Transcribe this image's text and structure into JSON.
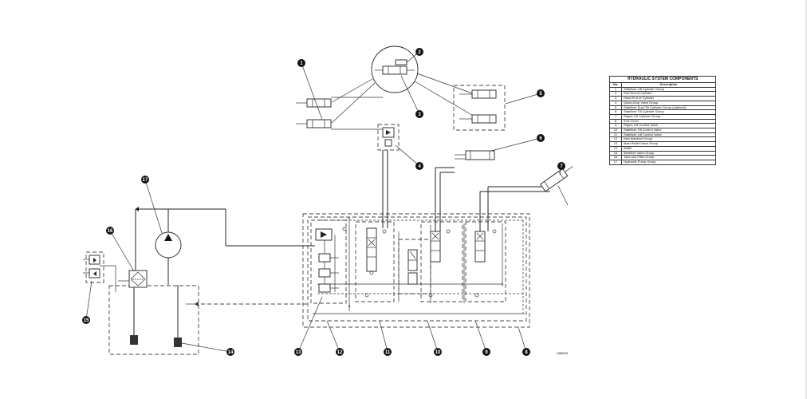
{
  "figure_code": "D88633",
  "legend": {
    "title": "HYDRAULIC SYSTEM COMPONENTS",
    "col_no": "No.",
    "col_desc": "Description",
    "rows": [
      {
        "no": "1",
        "desc": "Stabilizer Lift Cylinder Group"
      },
      {
        "no": "2",
        "desc": "Rod End of Cylinder"
      },
      {
        "no": "3",
        "desc": "Head End of Cylinder"
      },
      {
        "no": "4",
        "desc": "Quick-Drop Valve Group"
      },
      {
        "no": "5",
        "desc": "Stabilizer Dual Tilt Cylinder Group (optional)"
      },
      {
        "no": "6",
        "desc": "Stabilizer Tilt Cylinder Group"
      },
      {
        "no": "7",
        "desc": "Ripper Lift Cylinder Group"
      },
      {
        "no": "8",
        "desc": "End Cover"
      },
      {
        "no": "9",
        "desc": "Ripper Lift Control Valve"
      },
      {
        "no": "10",
        "desc": "Stabilizer Tilt Control Valve"
      },
      {
        "no": "11",
        "desc": "Stabilizer Lift Control Valve"
      },
      {
        "no": "12",
        "desc": "Inlet Manifold Group"
      },
      {
        "no": "13",
        "desc": "Main Relief Valve Group"
      },
      {
        "no": "14",
        "desc": "Baffle"
      },
      {
        "no": "15",
        "desc": "Breather Valve Group"
      },
      {
        "no": "16",
        "desc": "Tank and Filter Group"
      },
      {
        "no": "17",
        "desc": "Hydraulic Pump Group"
      }
    ]
  },
  "callouts": [
    "1",
    "2",
    "3",
    "4",
    "5",
    "6",
    "7",
    "8",
    "9",
    "10",
    "11",
    "12",
    "13",
    "14",
    "15",
    "16",
    "17"
  ]
}
